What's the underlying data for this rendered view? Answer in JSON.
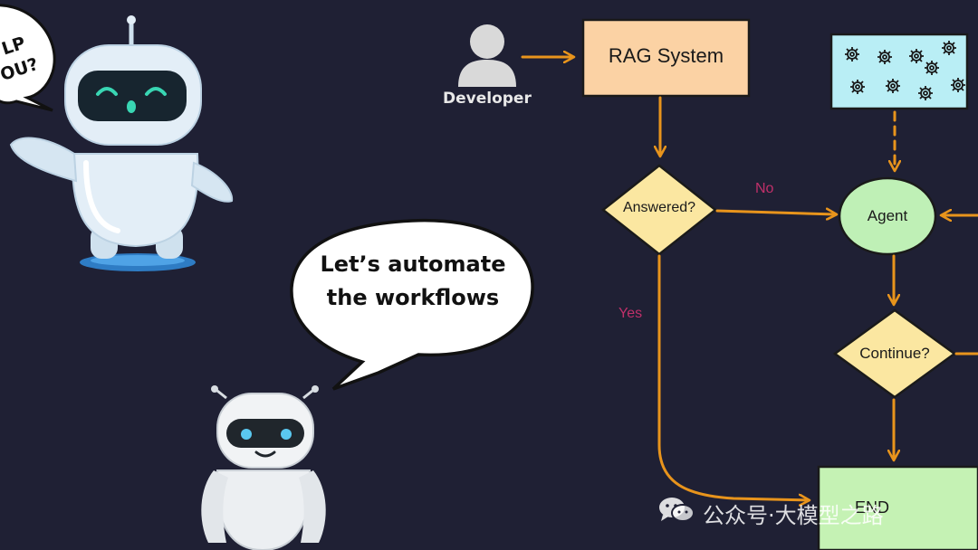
{
  "left_bubble": {
    "line1": "LP",
    "line2": "OU?"
  },
  "right_bubble": {
    "line1": "Let’s automate",
    "line2": "the workflows"
  },
  "developer": {
    "label": "Developer",
    "icon": "user-icon"
  },
  "nodes": {
    "rag": "RAG System",
    "answered": "Answered?",
    "agent": "Agent",
    "continue": "Continue?",
    "end": "END"
  },
  "edge_labels": {
    "no": "No",
    "yes": "Yes"
  },
  "watermark": {
    "text": "公众号·大模型之路",
    "icon": "wechat-icon"
  },
  "colors": {
    "background": "#1f2034",
    "arrow": "#e8941c",
    "rag_fill": "#fbd2a4",
    "decision_fill": "#fbe7a1",
    "agent_fill": "#bff0b6",
    "end_fill": "#c5f2b4",
    "tools_fill": "#b9eef5",
    "edge_label": "#c0306a"
  }
}
